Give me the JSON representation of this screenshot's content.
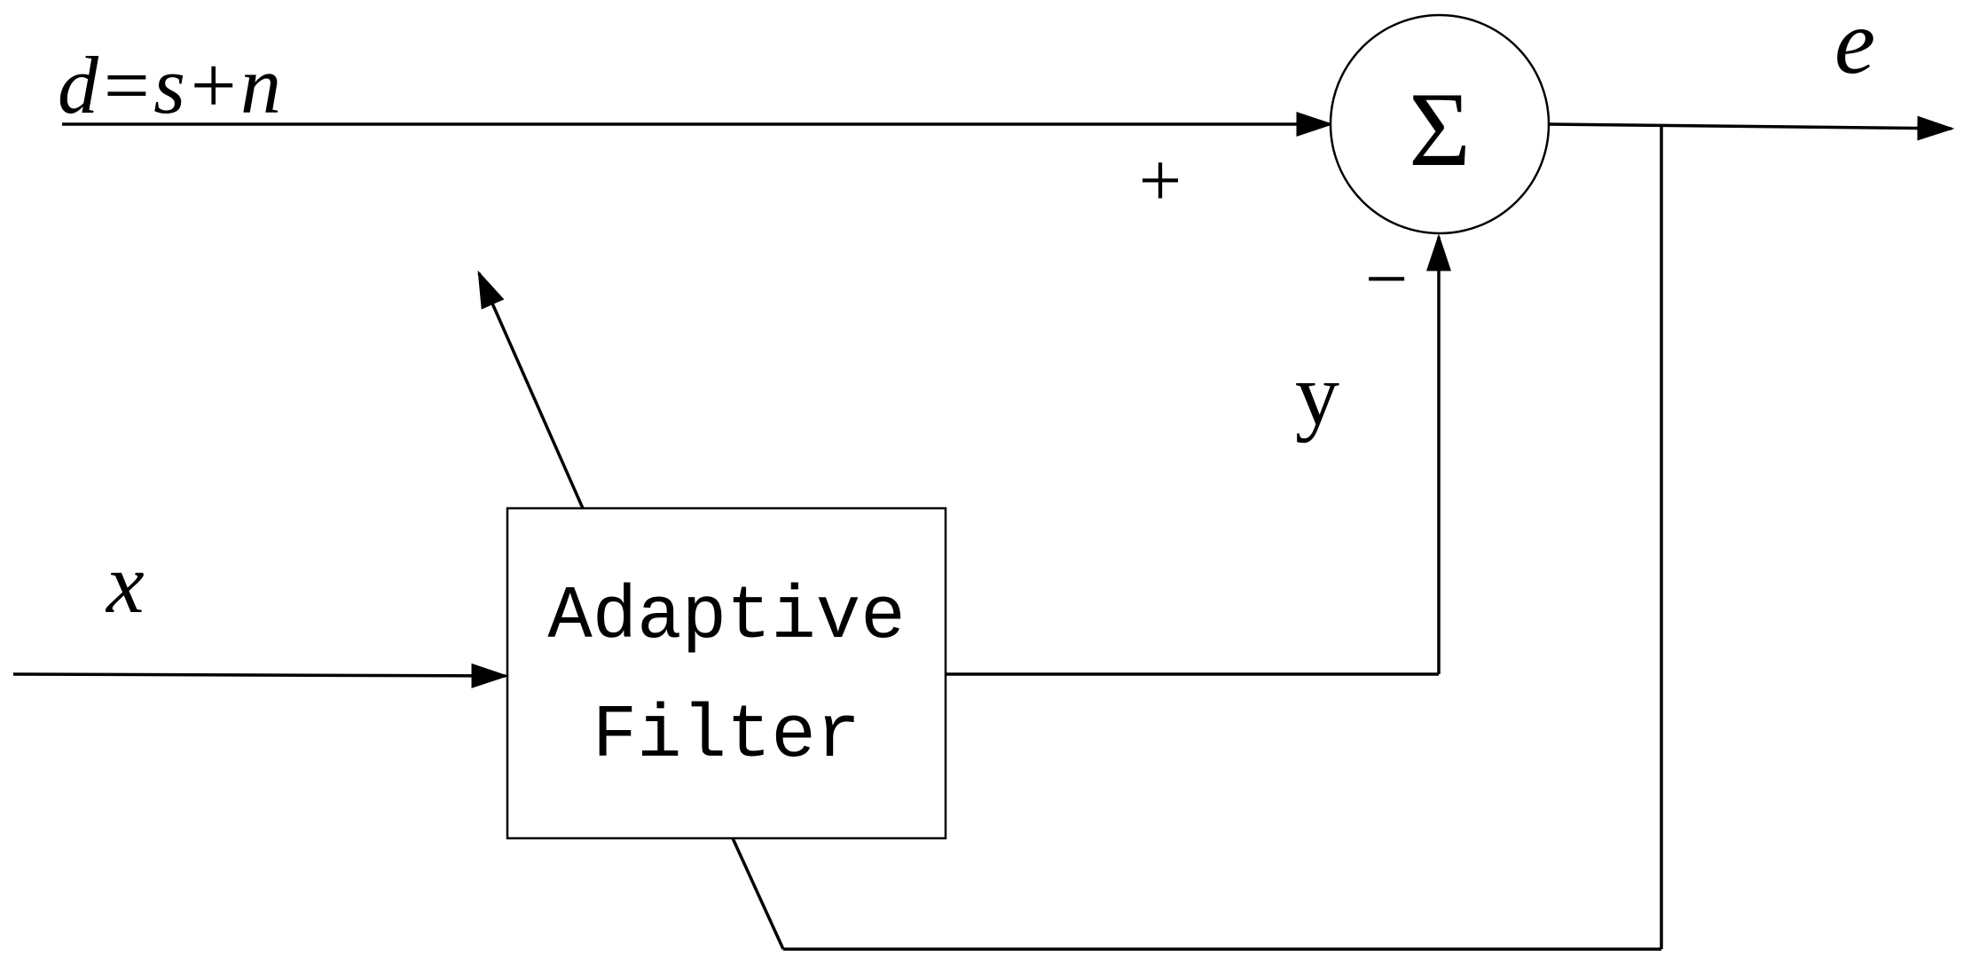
{
  "labels": {
    "desired_signal": "d=s+n",
    "error_output": "e",
    "input_signal": "x",
    "filter_output": "y",
    "plus_sign": "+",
    "minus_sign": "−",
    "summation_symbol": "Σ"
  },
  "filter_block": {
    "line1": "Adaptive",
    "line2": "Filter"
  }
}
